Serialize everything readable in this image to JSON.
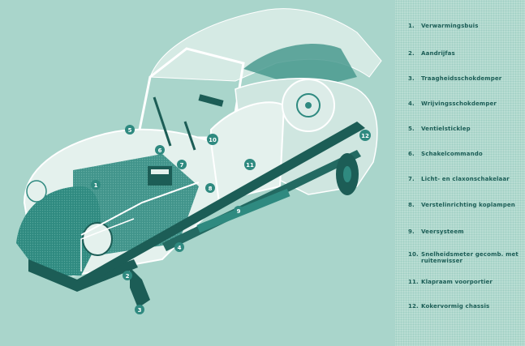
{
  "legend": [
    {
      "number": "1.",
      "label": "Verwarmingsbuis"
    },
    {
      "number": "2.",
      "label": "Aandrijfas"
    },
    {
      "number": "3.",
      "label": "Traagheidsschokdemper"
    },
    {
      "number": "4.",
      "label": "Wrijvingsschokdemper"
    },
    {
      "number": "5.",
      "label": "Ventielsticklep"
    },
    {
      "number": "6.",
      "label": "Schakelcommando"
    },
    {
      "number": "7.",
      "label": "Licht- en claxonschakelaar"
    },
    {
      "number": "8.",
      "label": "Verstelinrichting koplampen"
    },
    {
      "number": "9.",
      "label": "Veersysteem"
    },
    {
      "number": "10.",
      "label": "Snelheidsmeter gecomb. met ruitenwisser"
    },
    {
      "number": "11.",
      "label": "Klapraam voorportier"
    },
    {
      "number": "12.",
      "label": "Kokervormig chassis"
    }
  ],
  "callouts": [
    "1",
    "2",
    "3",
    "4",
    "5",
    "6",
    "7",
    "8",
    "9",
    "10",
    "11",
    "12"
  ],
  "colors": {
    "background": "#a9d5cb",
    "body_light": "#e4f1ed",
    "body_teal": "#2f8a80",
    "dark_teal": "#1c5d56",
    "legend_text": "#1c5d56"
  }
}
